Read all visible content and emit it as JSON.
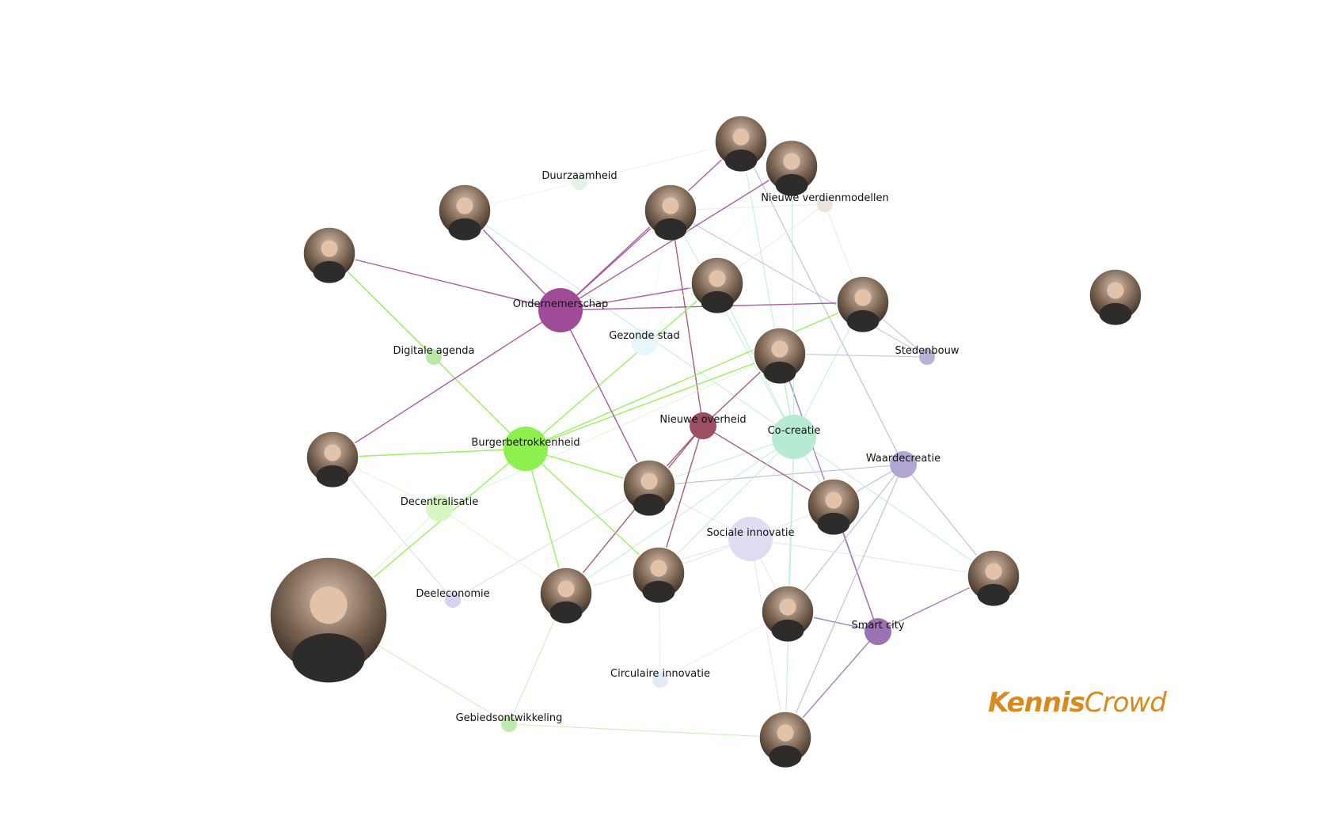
{
  "brand": {
    "part1": "Kennis",
    "part2": "Crowd",
    "color": "#d98a1e"
  },
  "topics": [
    {
      "id": "duurzaamheid",
      "label": "Duurzaamheid",
      "color": "#e3f3e8",
      "weight": 1
    },
    {
      "id": "nieuwe-verdienmodellen",
      "label": "Nieuwe verdienmodellen",
      "color": "#ece3da",
      "weight": 1
    },
    {
      "id": "ondernemerschap",
      "label": "Ondernemerschap",
      "color": "#a04b97",
      "weight": 4
    },
    {
      "id": "gezonde-stad",
      "label": "Gezonde stad",
      "color": "#e6f6fa",
      "weight": 2
    },
    {
      "id": "digitale-agenda",
      "label": "Digitale agenda",
      "color": "#b9e7a4",
      "weight": 1
    },
    {
      "id": "stedenbouw",
      "label": "Stedenbouw",
      "color": "#b7b3d6",
      "weight": 1
    },
    {
      "id": "nieuwe-overheid",
      "label": "Nieuwe overheid",
      "color": "#9c4f64",
      "weight": 2
    },
    {
      "id": "co-creatie",
      "label": "Co-creatie",
      "color": "#b6ebd2",
      "weight": 4
    },
    {
      "id": "burgerbetrokkenheid",
      "label": "Burgerbetrokkenheid",
      "color": "#8ef04e",
      "weight": 4
    },
    {
      "id": "waardecreatie",
      "label": "Waardecreatie",
      "color": "#b2a7d3",
      "weight": 2
    },
    {
      "id": "decentralisatie",
      "label": "Decentralisatie",
      "color": "#d8f6c2",
      "weight": 2
    },
    {
      "id": "sociale-innovatie",
      "label": "Sociale innovatie",
      "color": "#e1dcf4",
      "weight": 4
    },
    {
      "id": "deeleconomie",
      "label": "Deeleconomie",
      "color": "#d7d3ee",
      "weight": 1
    },
    {
      "id": "smart-city",
      "label": "Smart city",
      "color": "#9b72b3",
      "weight": 2
    },
    {
      "id": "circulaire-innovatie",
      "label": "Circulaire innovatie",
      "color": "#e1ecf6",
      "weight": 1
    },
    {
      "id": "gebiedsontwikkeling",
      "label": "Gebiedsontwikkeling",
      "color": "#c0eaad",
      "weight": 1
    }
  ],
  "people": [
    {
      "id": "p1",
      "weight": 2
    },
    {
      "id": "p2",
      "weight": 2
    },
    {
      "id": "p3",
      "weight": 2
    },
    {
      "id": "p4",
      "weight": 2
    },
    {
      "id": "p5",
      "weight": 2
    },
    {
      "id": "p6",
      "weight": 2
    },
    {
      "id": "p7",
      "weight": 2
    },
    {
      "id": "p8",
      "weight": 2
    },
    {
      "id": "p9",
      "weight": 2
    },
    {
      "id": "p10",
      "weight": 2
    },
    {
      "id": "p11",
      "weight": 2
    },
    {
      "id": "p12",
      "weight": 2
    },
    {
      "id": "p13",
      "weight": 2
    },
    {
      "id": "p14",
      "weight": 2
    },
    {
      "id": "p15",
      "weight": 5
    },
    {
      "id": "p16",
      "weight": 2
    },
    {
      "id": "p17",
      "weight": 2
    },
    {
      "id": "p18",
      "weight": 2
    },
    {
      "id": "p19",
      "weight": 2
    }
  ],
  "edges": [
    [
      "p1",
      "ondernemerschap"
    ],
    [
      "p1",
      "nieuwe-verdienmodellen"
    ],
    [
      "p1",
      "duurzaamheid"
    ],
    [
      "p1",
      "co-creatie"
    ],
    [
      "p1",
      "waardecreatie"
    ],
    [
      "p2",
      "ondernemerschap"
    ],
    [
      "p2",
      "co-creatie"
    ],
    [
      "p2",
      "duurzaamheid"
    ],
    [
      "p3",
      "ondernemerschap"
    ],
    [
      "p3",
      "digitale-agenda"
    ],
    [
      "p3",
      "burgerbetrokkenheid"
    ],
    [
      "p4",
      "ondernemerschap"
    ],
    [
      "p4",
      "nieuwe-overheid"
    ],
    [
      "p4",
      "nieuwe-verdienmodellen"
    ],
    [
      "p4",
      "gezonde-stad"
    ],
    [
      "p4",
      "stedenbouw"
    ],
    [
      "p4",
      "co-creatie"
    ],
    [
      "p5",
      "ondernemerschap"
    ],
    [
      "p5",
      "stedenbouw"
    ],
    [
      "p5",
      "co-creatie"
    ],
    [
      "p5",
      "burgerbetrokkenheid"
    ],
    [
      "p5",
      "nieuwe-verdienmodellen"
    ],
    [
      "p6",
      "ondernemerschap"
    ],
    [
      "p6",
      "gezonde-stad"
    ],
    [
      "p6",
      "co-creatie"
    ],
    [
      "p6",
      "burgerbetrokkenheid"
    ],
    [
      "p6",
      "nieuwe-verdienmodellen"
    ],
    [
      "p7",
      "burgerbetrokkenheid"
    ],
    [
      "p7",
      "nieuwe-overheid"
    ],
    [
      "p7",
      "co-creatie"
    ],
    [
      "p7",
      "stedenbouw"
    ],
    [
      "p7",
      "decentralisatie"
    ],
    [
      "p7",
      "smart-city"
    ],
    [
      "p8",
      "ondernemerschap"
    ],
    [
      "p8",
      "burgerbetrokkenheid"
    ],
    [
      "p8",
      "deeleconomie"
    ],
    [
      "p8",
      "decentralisatie"
    ],
    [
      "p9",
      "ondernemerschap"
    ],
    [
      "p9",
      "burgerbetrokkenheid"
    ],
    [
      "p9",
      "nieuwe-overheid"
    ],
    [
      "p9",
      "sociale-innovatie"
    ],
    [
      "p9",
      "co-creatie"
    ],
    [
      "p9",
      "waardecreatie"
    ],
    [
      "p9",
      "deeleconomie"
    ],
    [
      "p10",
      "waardecreatie"
    ],
    [
      "p10",
      "co-creatie"
    ],
    [
      "p10",
      "smart-city"
    ],
    [
      "p10",
      "sociale-innovatie"
    ],
    [
      "p10",
      "nieuwe-overheid"
    ],
    [
      "p11",
      "burgerbetrokkenheid"
    ],
    [
      "p11",
      "nieuwe-overheid"
    ],
    [
      "p11",
      "gebiedsontwikkeling"
    ],
    [
      "p11",
      "co-creatie"
    ],
    [
      "p11",
      "decentralisatie"
    ],
    [
      "p11",
      "sociale-innovatie"
    ],
    [
      "p12",
      "nieuwe-overheid"
    ],
    [
      "p12",
      "burgerbetrokkenheid"
    ],
    [
      "p12",
      "sociale-innovatie"
    ],
    [
      "p12",
      "circulaire-innovatie"
    ],
    [
      "p12",
      "co-creatie"
    ],
    [
      "p13",
      "sociale-innovatie"
    ],
    [
      "p13",
      "smart-city"
    ],
    [
      "p13",
      "co-creatie"
    ],
    [
      "p13",
      "waardecreatie"
    ],
    [
      "p13",
      "circulaire-innovatie"
    ],
    [
      "p14",
      "waardecreatie"
    ],
    [
      "p14",
      "smart-city"
    ],
    [
      "p14",
      "co-creatie"
    ],
    [
      "p14",
      "sociale-innovatie"
    ],
    [
      "p15",
      "gebiedsontwikkeling"
    ],
    [
      "p15",
      "decentralisatie"
    ],
    [
      "p15",
      "burgerbetrokkenheid"
    ],
    [
      "p16",
      "smart-city"
    ],
    [
      "p16",
      "waardecreatie"
    ],
    [
      "p16",
      "co-creatie"
    ],
    [
      "p16",
      "gebiedsontwikkeling"
    ],
    [
      "p16",
      "sociale-innovatie"
    ],
    [
      "p18",
      "ondernemerschap"
    ],
    [
      "p18",
      "co-creatie"
    ],
    [
      "p18",
      "gezonde-stad"
    ]
  ]
}
